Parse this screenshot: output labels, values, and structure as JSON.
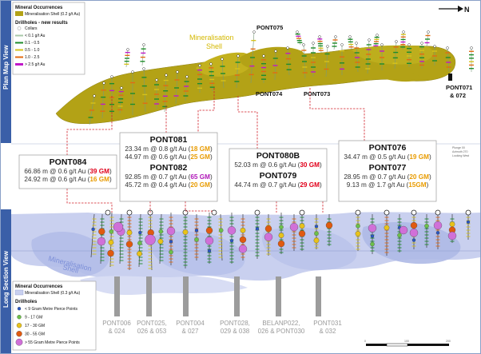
{
  "panels": {
    "plan_view_title": "Plan Map View",
    "section_view_title": "Long Section View"
  },
  "north_arrow": "N",
  "plan_legend": {
    "title": "Mineral Occurrences",
    "shell_label": "Mineralisation Shell (0.2 g/t Au)",
    "drill_title": "Drillholes - new results",
    "items": [
      {
        "label": "Collars",
        "color": "#bbbbbb"
      },
      {
        "label": "< 0.1 g/t Au",
        "color": "#a8c8a8"
      },
      {
        "label": "0.1 - 0.5",
        "color": "#1e8c2a"
      },
      {
        "label": "0.5 - 1.0",
        "color": "#d6c21a"
      },
      {
        "label": "1.0 - 2.5",
        "color": "#e36a12"
      },
      {
        "label": "> 2.5 g/t Au",
        "color": "#c018c8"
      }
    ]
  },
  "section_legend": {
    "title": "Mineral Occurrences",
    "shell_label": "Mineralisation Shell (0.3 g/t Au)",
    "drill_title": "Drillholes",
    "items": [
      {
        "label": "< 9 Gram Metre Pierce Points",
        "color": "#2a57c4"
      },
      {
        "label": "9 - 17 GM",
        "color": "#6cc04a"
      },
      {
        "label": "17 - 30 GM",
        "color": "#e8c21a"
      },
      {
        "label": "30 - 55 GM",
        "color": "#e05a10"
      },
      {
        "label": "> 55 Gram Metre Pierce Points",
        "color": "#d070d8"
      }
    ]
  },
  "plan_labels": {
    "shell": [
      "Mineralisation",
      "Shell"
    ],
    "holes": [
      "PONT075",
      "PONT074",
      "PONT073",
      "PONT071",
      "& 072"
    ]
  },
  "section_shell_label": [
    "Mineralisation",
    "Shell"
  ],
  "section_groups": [
    [
      "PONT006",
      "& 024"
    ],
    [
      "PONT025,",
      "026 & 053"
    ],
    [
      "PONT004",
      "& 027"
    ],
    [
      "PONT028,",
      "029 & 038"
    ],
    [
      "BELANP022,",
      "026 & PONT030"
    ],
    [
      "PONT031",
      "& 032"
    ]
  ],
  "results": [
    {
      "title": "PONT084",
      "lines": [
        {
          "text": "66.86 m @ 0.6 g/t Au (",
          "hl": "39 GM",
          "color": "red",
          "tail": ")"
        },
        {
          "text": "24.92 m @ 0.6 g/t Au (",
          "hl": "16 GM",
          "color": "orange",
          "tail": ")"
        }
      ]
    },
    {
      "title": "PONT081",
      "lines": [
        {
          "text": "23.34 m @ 0.8 g/t Au (",
          "hl": "18 GM",
          "color": "orange",
          "tail": ")"
        },
        {
          "text": "44.97 m @ 0.6 g/t Au (",
          "hl": "25 GM",
          "color": "orange",
          "tail": ")"
        }
      ]
    },
    {
      "title": "PONT082",
      "lines": [
        {
          "text": "92.85 m @ 0.7 g/t Au (",
          "hl": "65 GM",
          "color": "purple",
          "tail": ")"
        },
        {
          "text": "45.72 m @ 0.4 g/t Au (",
          "hl": "20 GM",
          "color": "orange",
          "tail": ")"
        }
      ]
    },
    {
      "title": "PONT080B",
      "lines": [
        {
          "text": "52.03 m @ 0.6 g/t Au (",
          "hl": "30 GM",
          "color": "red",
          "tail": ")"
        }
      ]
    },
    {
      "title": "PONT079",
      "lines": [
        {
          "text": "44.74 m @ 0.7 g/t Au (",
          "hl": "29 GM",
          "color": "red",
          "tail": ")"
        }
      ]
    },
    {
      "title": "PONT076",
      "lines": [
        {
          "text": "34.47 m @ 0.5 g/t Au (",
          "hl": "19 GM",
          "color": "orange",
          "tail": ")"
        }
      ]
    },
    {
      "title": "PONT077",
      "lines": [
        {
          "text": "28.95 m @ 0.7 g/t Au (",
          "hl": "20 GM",
          "color": "orange",
          "tail": ")"
        },
        {
          "text": "9.13 m @ 1.7 g/t Au (",
          "hl": "15GM",
          "color": "orange",
          "tail": ")"
        }
      ]
    }
  ],
  "section_note": [
    "Plunge 00",
    "Azimuth 270",
    "Looking West"
  ],
  "scale_ticks": [
    "0",
    "100",
    "200"
  ]
}
